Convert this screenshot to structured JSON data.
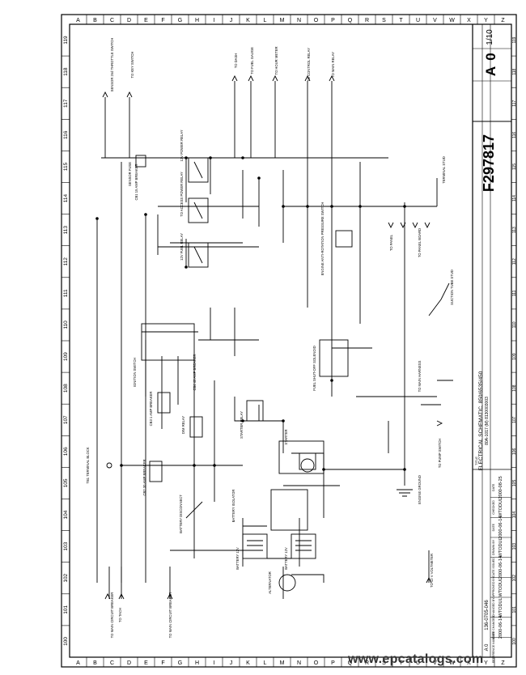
{
  "sheet": {
    "grid_columns": [
      "A",
      "B",
      "C",
      "D",
      "E",
      "F",
      "G",
      "H",
      "I",
      "J",
      "K",
      "L",
      "M",
      "N",
      "O",
      "P",
      "Q",
      "R",
      "S",
      "T",
      "U",
      "V",
      "W",
      "X",
      "Y",
      "Z"
    ],
    "grid_rows": [
      "119",
      "118",
      "117",
      "116",
      "115",
      "114",
      "113",
      "112",
      "111",
      "110",
      "109",
      "108",
      "107",
      "106",
      "105",
      "104",
      "103",
      "102",
      "101",
      "100"
    ]
  },
  "title_block": {
    "drawing_number": "F297817",
    "revision_letters": [
      "A",
      "0"
    ],
    "sheet_number": "1/10",
    "title_heading": "TITLE",
    "title_text": "ELECTRICAL SCHEMATIC, 850/6535/450",
    "ref_code": "80A-1017 (M) 8130003003",
    "left_revision": "A 0",
    "left_doc_number": "136-0705-046",
    "info_cells": [
      {
        "label": "REFERENCE NUMBER",
        "value": ""
      },
      {
        "label": "DATE CHANGED",
        "value": "2000-06-14"
      },
      {
        "label": "CHANGED BY",
        "value": "WTODUL"
      },
      {
        "label": "APPROVED BY",
        "value": "WTODUL"
      },
      {
        "label": "DATE ISSUED",
        "value": "2000-06-14"
      },
      {
        "label": "DRAWN BY",
        "value": "WTODUL"
      },
      {
        "label": "DATE",
        "value": "2000-06-14"
      },
      {
        "label": "CHECKED",
        "value": "WTODUL"
      },
      {
        "label": "DATE",
        "value": "2000-08-25"
      }
    ]
  },
  "components": {
    "sensor_switch": "SENSOR 2nd THROTTLE SWITCH",
    "fuse_sensor": "SENSOR FUSE",
    "power_relay": "12V POWER RELAY",
    "cb1": "CB1 15 AMP BREAKER",
    "accessory_relay": "TO ACCESS POWER RELAY",
    "fuel_relay": "12V FUEL RELAY",
    "tb1": "TB1 TERMINAL BLOCK",
    "ignition_switch": "IGNITION SWITCH",
    "cb2": "CB2 30 AMP BREAKER",
    "cb3": "CB3 1 AMP BREAKER",
    "dim_relay": "DIM RELAY",
    "ground_cb": "CB4 40 AMP BREAKER",
    "starter_relay": "STARTER RELAY",
    "starter": "STARTER",
    "battery_disconnect": "BATTERY DISCONNECT",
    "battery_1": "BATTERY 12V",
    "battery_2": "BATTERY 12V",
    "battery_iso": "BATTERY ISOLATOR",
    "alternator": "ALTERNATOR",
    "engine_sw": "ENGINE ANTI-ROTATION PRESSURE SWITCH",
    "fuel_solenoid": "FUEL SHUT-OFF SOLENOID",
    "vacuum": "SUCTION TUBE STUD",
    "engine_ground": "ENGINE GROUND",
    "terminal_stud": "TERMINAL STUD",
    "to_main": "TO MAIN CIRCUIT BREAKER",
    "to_main_2": "TO MAIN CIRCUIT BREAKER",
    "to_tach": "TO TACH",
    "to_key": "TO KEY SWITCH",
    "to_dash": "TO DASH",
    "to_fuel_gauge": "TO FUEL GAUGE",
    "to_voltmeter": "TO 12 V VOLTMETER",
    "to_pump": "TO PUMP SWITCH",
    "to_main_harness": "TO MAIN HARNESS",
    "to_hour_meter": "TO HOUR METER",
    "to_ctrl_relay": "TO CONTROL RELAY",
    "to_main_rly": "TO MAIN RELAY",
    "to_panel": "TO PANEL",
    "to_pnl_board": "TO PANEL BOARD"
  },
  "colors": {
    "ink": "#000000",
    "paper": "#ffffff",
    "watermark": "#333333"
  },
  "watermark": "www.epcatalogs.com"
}
